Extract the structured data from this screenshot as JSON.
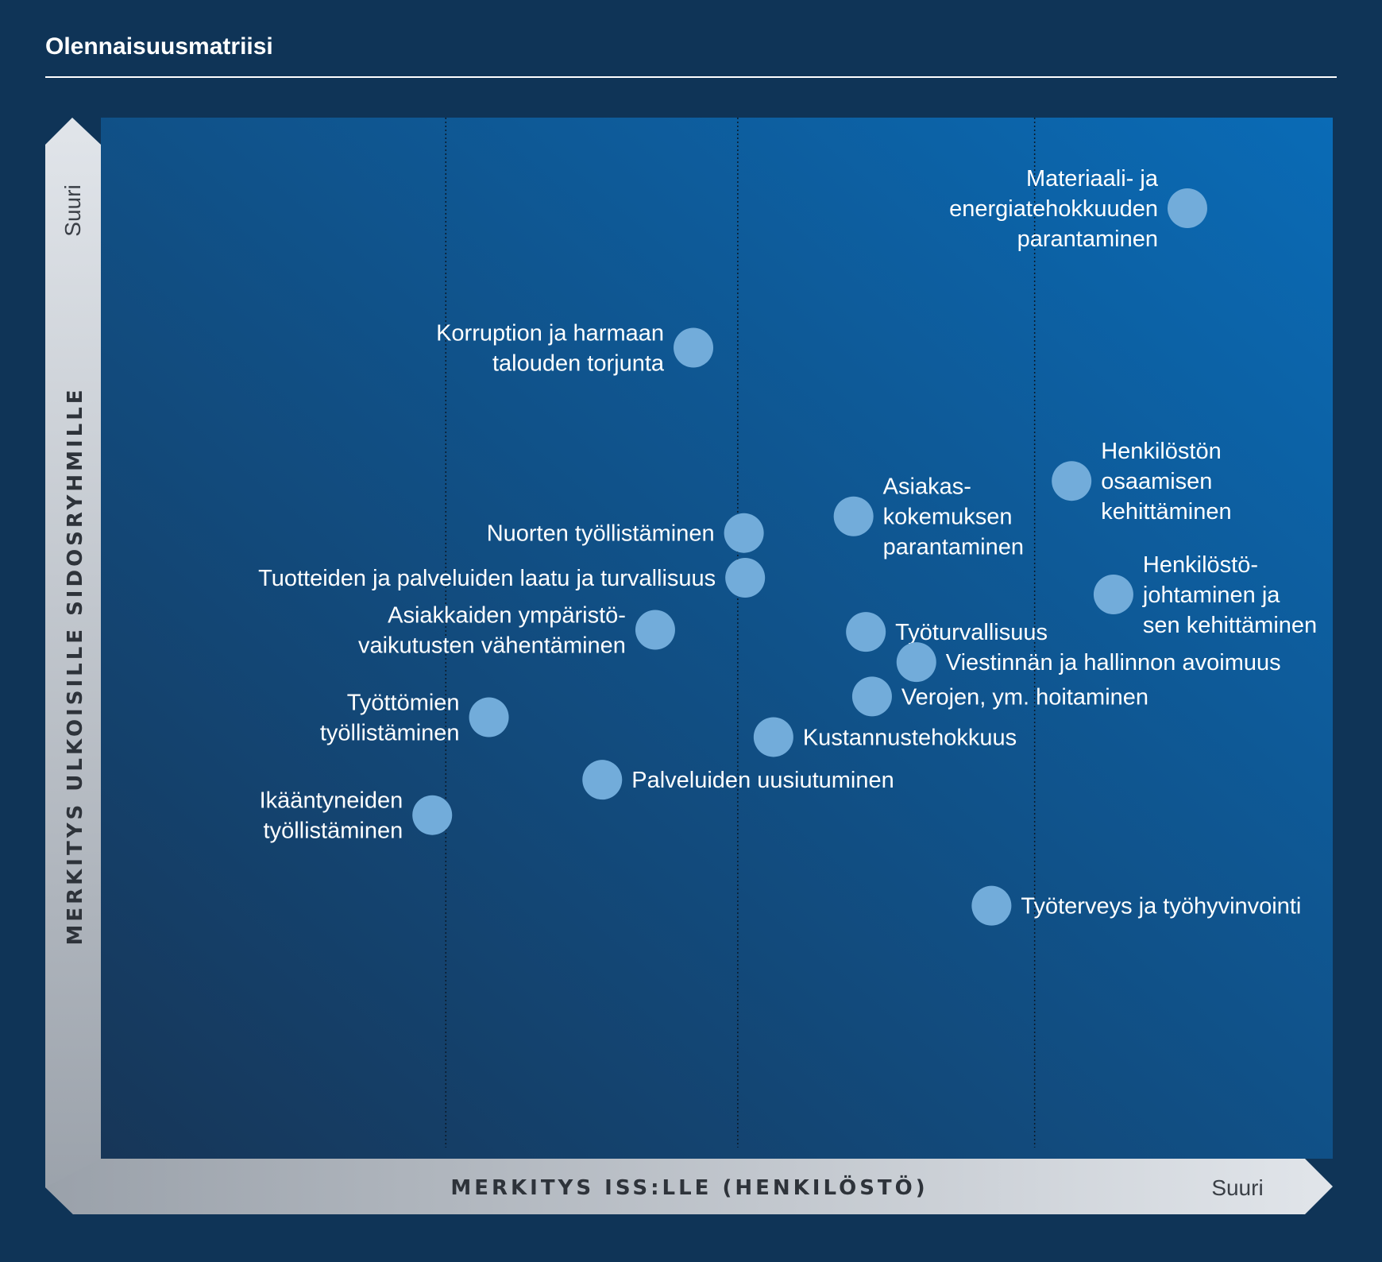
{
  "page": {
    "title": "Olennaisuusmatriisi"
  },
  "colors": {
    "background": "#0f3457",
    "plot_gradient_start": "#173658",
    "plot_gradient_end": "#0a6bb6",
    "bubble": "#72acda",
    "label": "#ffffff",
    "axis_band_light": "#e1e5ea",
    "axis_band_dark": "#9aa1aa",
    "axis_text": "#2e333a"
  },
  "chart_data": {
    "type": "scatter",
    "title": "Olennaisuusmatriisi",
    "xlabel": "MERKITYS ISS:LLE (HENKILÖSTÖ)",
    "ylabel": "MERKITYS ULKOISILLE SIDOSRYHMILLE",
    "x_end_label": "Suuri",
    "y_end_label": "Suuri",
    "xlim": [
      0,
      100
    ],
    "ylim": [
      0,
      100
    ],
    "grid": "vertical-dotted",
    "gridlines_x": [
      28,
      51.7,
      75.8
    ],
    "points": [
      {
        "name": "Materiaali- ja energiatehokkuuden parantaminen",
        "lines": [
          "Materiaali- ja",
          "energiatehokkuuden",
          "parantaminen"
        ],
        "x": 88.2,
        "y": 91.3,
        "label_side": "left"
      },
      {
        "name": "Korruption ja harmaan talouden torjunta",
        "lines": [
          "Korruption ja harmaan",
          "talouden torjunta"
        ],
        "x": 48.1,
        "y": 77.9,
        "label_side": "left"
      },
      {
        "name": "Henkilöstön osaamisen kehittäminen",
        "lines": [
          "Henkilöstön",
          "osaamisen",
          "kehittäminen"
        ],
        "x": 78.8,
        "y": 65.1,
        "label_side": "right"
      },
      {
        "name": "Asiakas-kokemuksen parantaminen",
        "lines": [
          "Asiakas-",
          "kokemuksen",
          "parantaminen"
        ],
        "x": 61.1,
        "y": 61.7,
        "label_side": "right"
      },
      {
        "name": "Nuorten työllistäminen",
        "lines": [
          "Nuorten työllistäminen"
        ],
        "x": 52.2,
        "y": 60.1,
        "label_side": "left"
      },
      {
        "name": "Tuotteiden ja palveluiden laatu ja turvallisuus",
        "lines": [
          "Tuotteiden ja palveluiden laatu ja turvallisuus"
        ],
        "x": 52.3,
        "y": 55.8,
        "label_side": "left"
      },
      {
        "name": "Henkilöstö-johtaminen ja sen kehittäminen",
        "lines": [
          "Henkilöstö-",
          "johtaminen ja",
          "sen kehittäminen"
        ],
        "x": 82.2,
        "y": 54.2,
        "label_side": "right"
      },
      {
        "name": "Asiakkaiden ympäristö-vaikutusten vähentäminen",
        "lines": [
          "Asiakkaiden ympäristö-",
          "vaikutusten vähentäminen"
        ],
        "x": 45.0,
        "y": 50.8,
        "label_side": "left"
      },
      {
        "name": "Työturvallisuus",
        "lines": [
          "Työturvallisuus"
        ],
        "x": 62.1,
        "y": 50.6,
        "label_side": "right"
      },
      {
        "name": "Viestinnän ja hallinnon avoimuus",
        "lines": [
          "Viestinnän ja hallinnon avoimuus"
        ],
        "x": 66.2,
        "y": 47.7,
        "label_side": "right"
      },
      {
        "name": "Verojen, ym. hoitaminen",
        "lines": [
          "Verojen, ym. hoitaminen"
        ],
        "x": 62.6,
        "y": 44.4,
        "label_side": "right"
      },
      {
        "name": "Työttömien työllistäminen",
        "lines": [
          "Työttömien",
          "työllistäminen"
        ],
        "x": 31.5,
        "y": 42.4,
        "label_side": "left"
      },
      {
        "name": "Kustannustehokkuus",
        "lines": [
          "Kustannustehokkuus"
        ],
        "x": 54.6,
        "y": 40.5,
        "label_side": "right"
      },
      {
        "name": "Palveluiden uusiutuminen",
        "lines": [
          "Palveluiden uusiutuminen"
        ],
        "x": 40.7,
        "y": 36.4,
        "label_side": "right"
      },
      {
        "name": "Ikääntyneiden työllistäminen",
        "lines": [
          "Ikääntyneiden",
          "työllistäminen"
        ],
        "x": 26.9,
        "y": 33.0,
        "label_side": "left"
      },
      {
        "name": "Työterveys ja työhyvinvointi",
        "lines": [
          "Työterveys ja  työhyvinvointi"
        ],
        "x": 72.3,
        "y": 24.3,
        "label_side": "right"
      }
    ]
  }
}
